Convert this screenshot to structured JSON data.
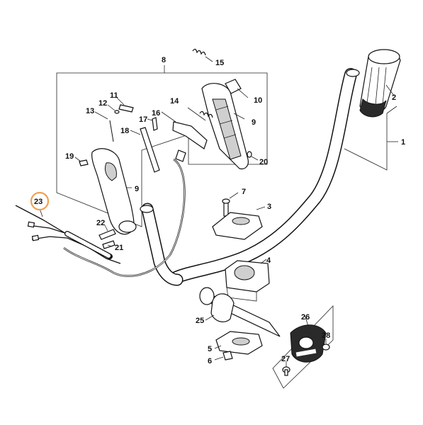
{
  "callouts": {
    "c1": "1",
    "c2": "2",
    "c3": "3",
    "c4": "4",
    "c5": "5",
    "c6": "6",
    "c7": "7",
    "c8": "8",
    "c9a": "9",
    "c9b": "9",
    "c10": "10",
    "c11": "11",
    "c12": "12",
    "c13": "13",
    "c14": "14",
    "c15": "15",
    "c16": "16",
    "c17": "17",
    "c18": "18",
    "c19": "19",
    "c20": "20",
    "c21": "21",
    "c22": "22",
    "c23": "23",
    "c25": "25",
    "c26": "26",
    "c27": "27",
    "c28": "28"
  },
  "highlight": {
    "part": "23",
    "color": "#f0a050"
  }
}
